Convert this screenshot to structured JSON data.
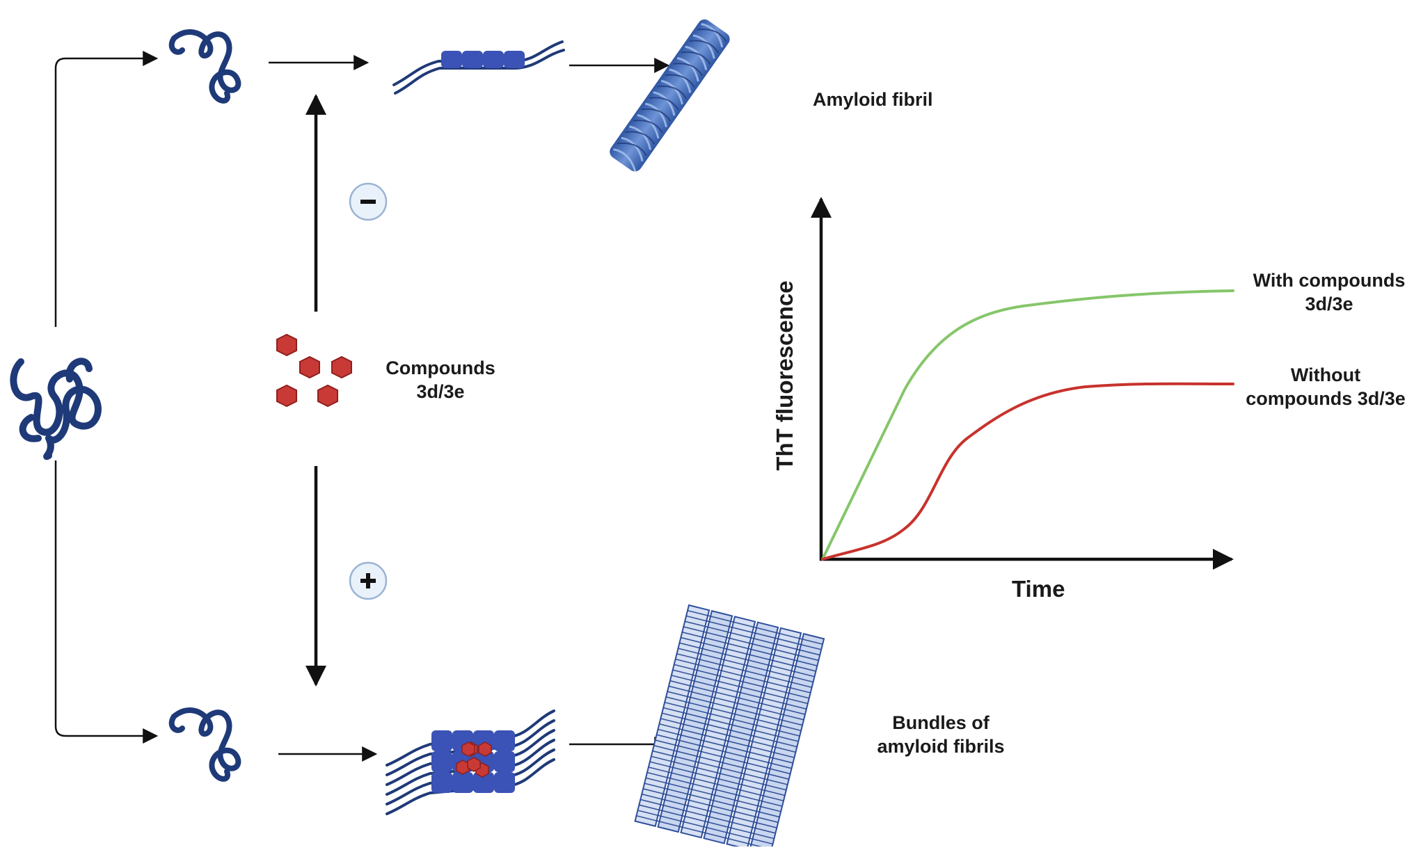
{
  "labels": {
    "amyloid_fibril": "Amyloid fibril",
    "compounds_line1": "Compounds",
    "compounds_line2": "3d/3e",
    "bundles_line1": "Bundles of",
    "bundles_line2": "amyloid fibrils",
    "inhibit_sign": "−",
    "promote_sign": "+"
  },
  "chart_data": {
    "type": "line",
    "xlabel": "Time",
    "ylabel": "ThT fluorescence",
    "series": [
      {
        "name_line1": "With compounds",
        "name_line2": "3d/3e",
        "color": "#86c66a"
      },
      {
        "name_line1": "Without",
        "name_line2": "compounds 3d/3e",
        "color": "#c8322c"
      }
    ]
  },
  "colors": {
    "protein": "#1f3a78",
    "fibril": "#3d63b0",
    "compound": "#c93a36",
    "arrow": "#111111",
    "sign_circle": "#e9f1fb"
  }
}
